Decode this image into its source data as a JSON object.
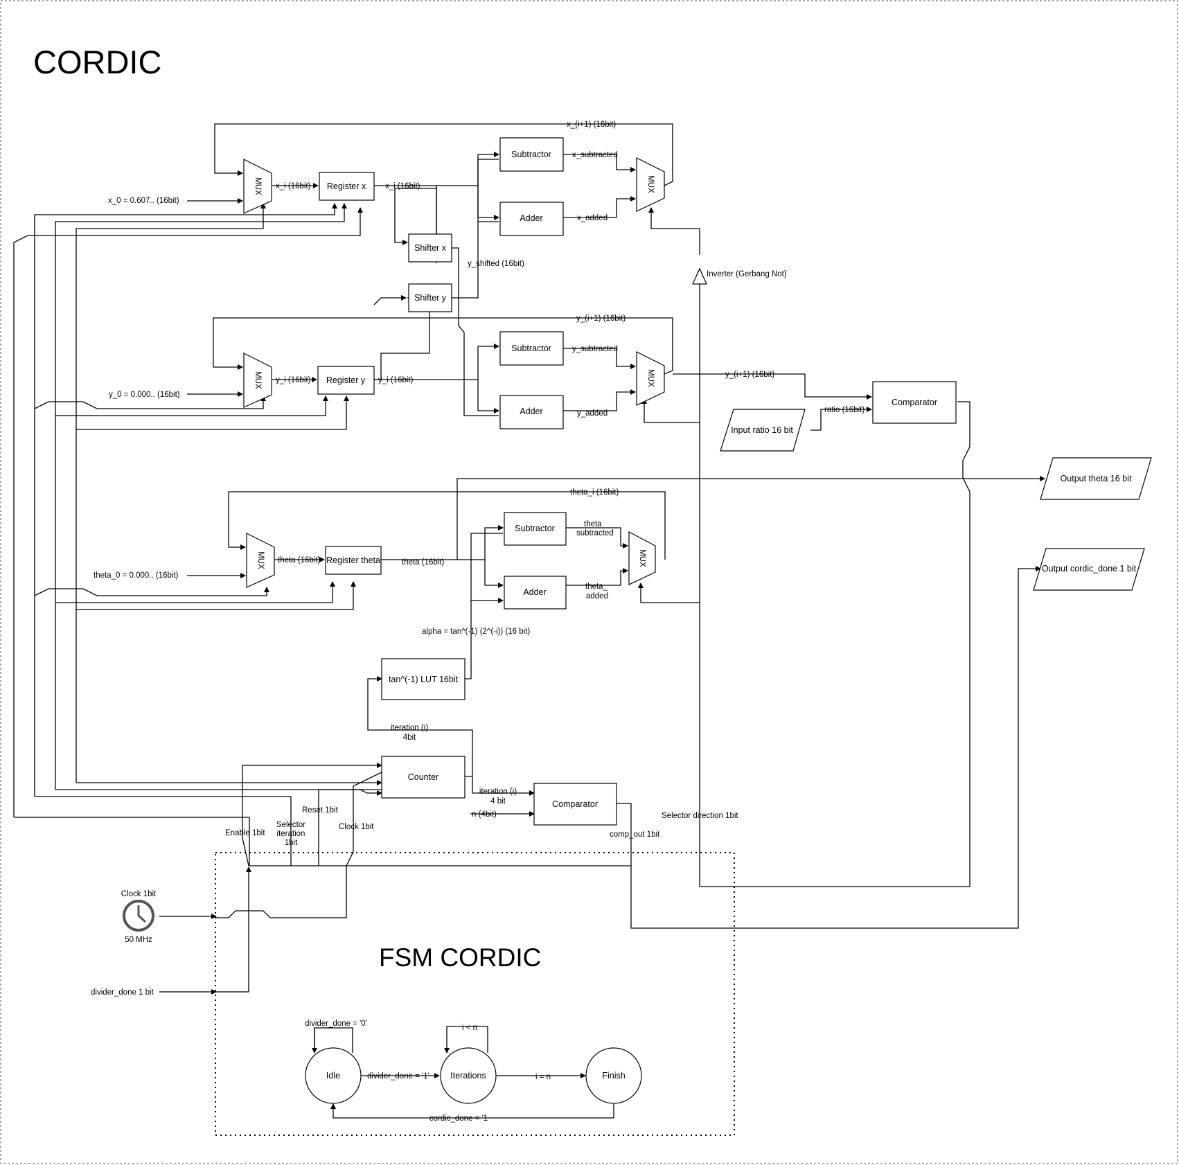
{
  "title": "CORDIC",
  "fsm_title": "FSM CORDIC",
  "colors": {
    "line": "#000000",
    "background": "#ffffff"
  },
  "blocks": {
    "mux": "MUX",
    "register_x": "Register x",
    "register_y": "Register y",
    "register_theta": "Register theta",
    "subtractor": "Subtractor",
    "adder": "Adder",
    "shifter_x": "Shifter x",
    "shifter_y": "Shifter y",
    "comparator": "Comparator",
    "counter": "Counter",
    "lut": "tan^(-1) LUT 16bit",
    "inverter": "Inverter (Gerbang Not)"
  },
  "io": {
    "input_ratio": "Input ratio 16 bit",
    "output_theta": "Output theta 16 bit",
    "output_done": "Output cordic_done 1 bit",
    "clock_label": "Clock 1bit",
    "clock_freq": "50 MHz",
    "clock_icon": "clock-icon"
  },
  "signals": {
    "x0": "x_0 = 0.607.. (16bit)",
    "y0": "y_0 = 0.000.. (16bit)",
    "theta0": "theta_0 = 0.000.. (16bit)",
    "xi": "x_i (16bit)",
    "yi": "y_i (16bit)",
    "theta": "theta (16bit)",
    "x_next": "x_(i+1) (16bit)",
    "y_next": "y_(i+1) (16bit)",
    "theta_i": "theta_i (16bit)",
    "x_sub": "x_subtracted",
    "x_add": "x_added",
    "y_sub": "y_subtracted",
    "y_add": "y_added",
    "theta_sub_1": "theta_",
    "theta_sub_2": "subtracted",
    "theta_add_1": "theta_",
    "theta_add_2": "added",
    "y_shifted": "y_shifted (16bit)",
    "ratio": "ratio (16bit)",
    "alpha": "alpha = tan^(-1) (2^(-i)) (16 bit)",
    "iter_1": "iteration (i)",
    "iter_2": "4bit",
    "iter_cmp_1": "iteration (i)",
    "iter_cmp_2": "4 bit",
    "n": "n (4bit)",
    "comp_out": "comp_out 1bit",
    "sel_dir": "Selector direction 1bit",
    "enable": "Enable 1bit",
    "sel_iter_1": "Selector",
    "sel_iter_2": "iteration",
    "sel_iter_3": "1bit",
    "reset": "Reset 1bit",
    "clock_1bit": "Clock 1bit",
    "divider_done": "divider_done 1 bit"
  },
  "fsm": {
    "states": {
      "idle": "Idle",
      "iterations": "Iterations",
      "finish": "Finish"
    },
    "transitions": {
      "stay_idle": "divider_done = '0'",
      "idle_to_iter": "divider_done = '1'",
      "stay_iter": "i < n",
      "iter_to_finish": "i = n",
      "finish_to_idle": "cordic_done = '1"
    }
  }
}
